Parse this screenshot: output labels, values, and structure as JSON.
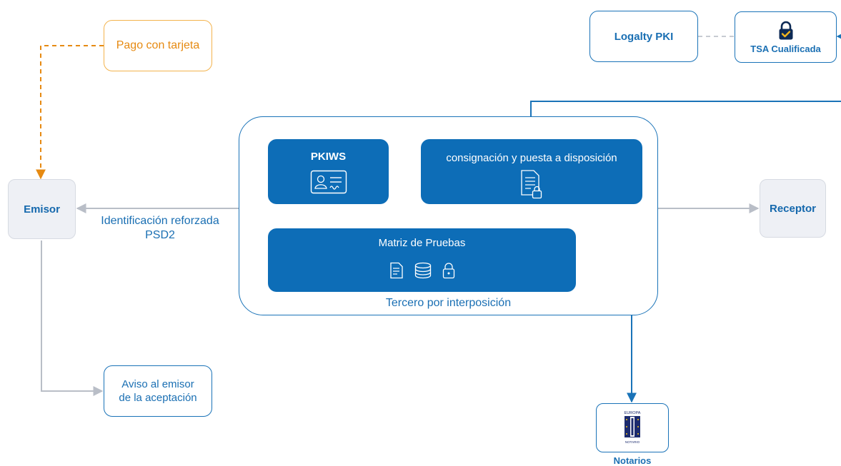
{
  "nodes": {
    "pago": "Pago con tarjeta",
    "emisor": "Emisor",
    "aviso": [
      "Aviso al emisor",
      "de la aceptación"
    ],
    "logalty": "Logalty PKI",
    "tsa": "TSA Cualificada",
    "pkiws": "PKIWS",
    "consignacion": "consignación y puesta a disposición",
    "matriz": "Matriz de Pruebas",
    "tercero": "Tercero por interposición",
    "receptor": "Receptor",
    "notarios": "Notarios"
  },
  "edges": {
    "identificacion": [
      "Identificación reforzada",
      "PSD2"
    ]
  },
  "icons": {
    "pkiws": "id-card-icon",
    "consignacion": "locked-document-icon",
    "matriz": [
      "document-icon",
      "database-icon",
      "lock-icon"
    ],
    "tsa": "padlock-check-icon",
    "notarios": "europa-notario-logo"
  },
  "logo_text": {
    "notarios_top": "EUROPA",
    "notarios_bottom": "NOTARIO"
  },
  "colors": {
    "blue": "#0d6db7",
    "text_blue": "#1a6fb3",
    "orange": "#e68a12",
    "grey_arrow": "#b9bec7"
  }
}
